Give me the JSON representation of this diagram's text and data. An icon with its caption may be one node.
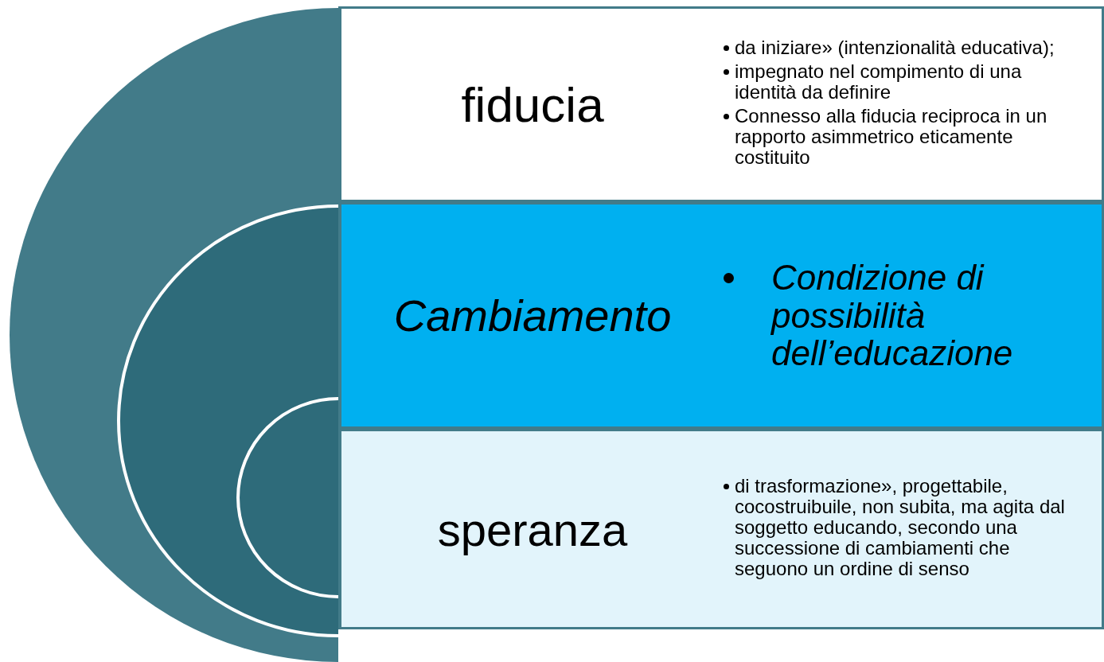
{
  "diagram": {
    "nodes": [
      {
        "text": [],
        "shape": "circle"
      },
      {
        "text": [],
        "shape": "circle",
        "in": 0
      },
      {
        "text": [],
        "shape": "circle",
        "in": 1
      },
      {
        "text": [
          "fiducia",
          "da iniziare» (intenzionalità educativa);",
          "impegnato nel compimento di una identità da definire",
          "Connesso alla fiducia reciproca in un rapporto asimmetrico eticamente costituito"
        ]
      },
      {
        "text": [
          "Cambiamento",
          "Condizione di possibilità dell’educazione"
        ]
      },
      {
        "text": [
          "speranza",
          "di trasformazione», progettabile, cocostruibuile, non subita, ma agita dal soggetto educando, secondo una successione di cambiamenti che seguono un ordine di senso"
        ]
      }
    ],
    "edges": []
  }
}
